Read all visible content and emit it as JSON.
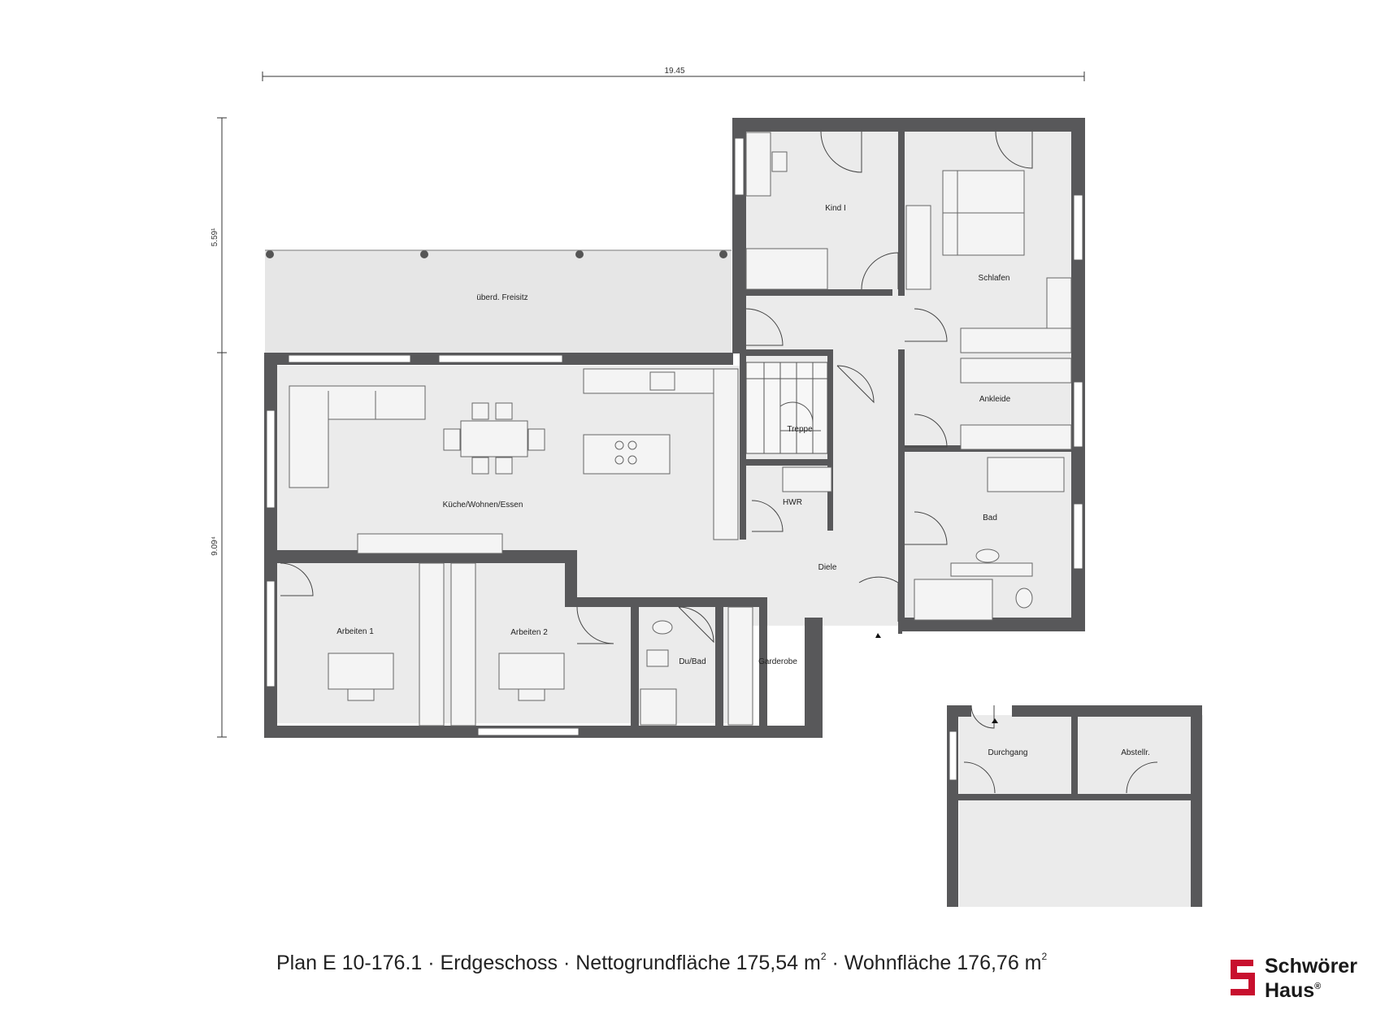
{
  "dimensions": {
    "total_width": "19.45",
    "left_top": "5.59¹",
    "left_bottom": "9.09⁴"
  },
  "rooms": {
    "kind": "Kind I",
    "schlafen": "Schlafen",
    "freisitz": "überd. Freisitz",
    "ankleide": "Ankleide",
    "treppe": "Treppe",
    "kueche": "Küche/Wohnen/Essen",
    "hwr": "HWR",
    "bad": "Bad",
    "diele": "Diele",
    "arbeiten1": "Arbeiten 1",
    "arbeiten2": "Arbeiten 2",
    "dubad": "Du/Bad",
    "garderobe": "Garderobe",
    "durchgang": "Durchgang",
    "abstellr": "Abstellr."
  },
  "caption": {
    "part1": "Plan E 10-176.1 · Erdgeschoss · Nettogrundfläche 175,54 m",
    "sup1": "2",
    "part2": " · Wohnfläche 176,76 m",
    "sup2": "2"
  },
  "logo": {
    "line1": "Schwörer",
    "line2": "Haus",
    "mark": "®"
  },
  "colors": {
    "wall": "#58585a",
    "floor": "#ebebeb",
    "terrace": "#e6e6e6",
    "furniture": "#f4f4f4",
    "logo_red": "#c8102e"
  }
}
